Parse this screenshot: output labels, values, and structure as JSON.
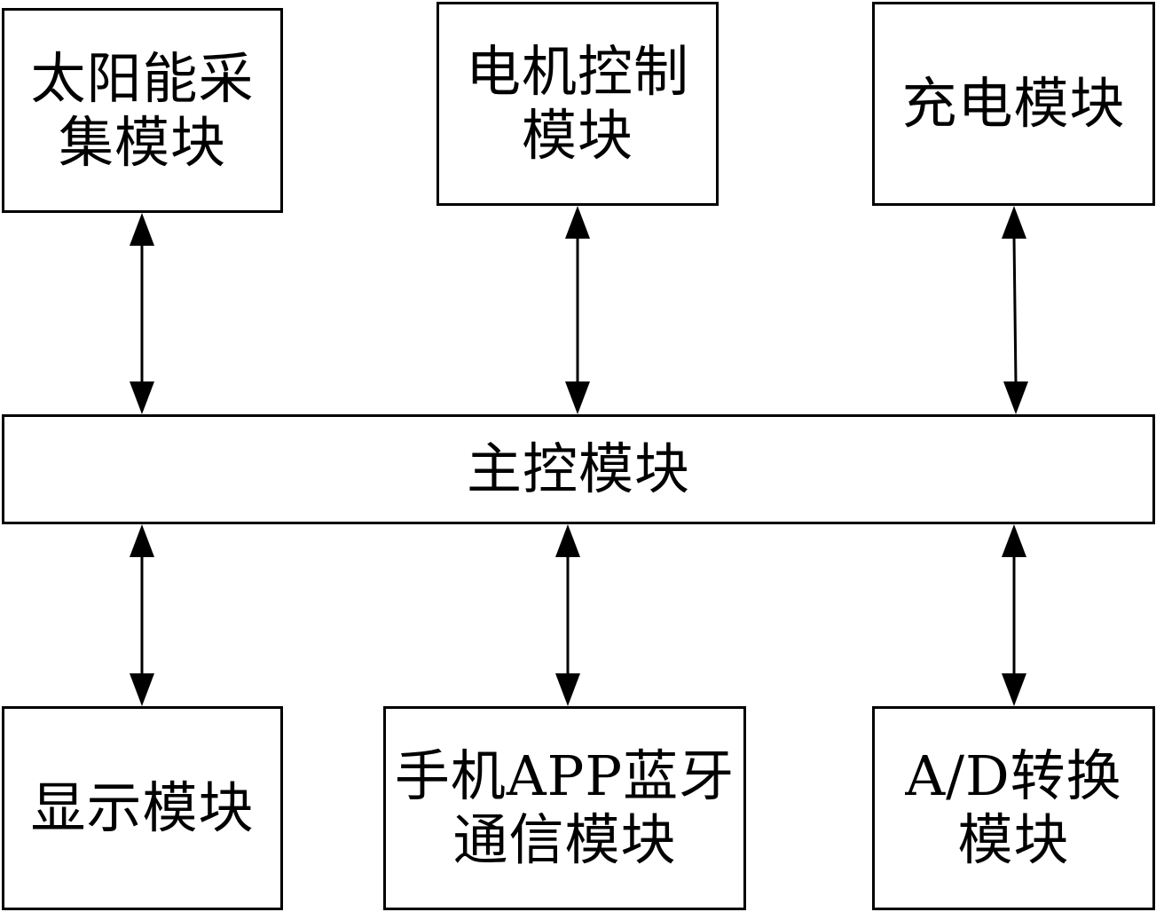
{
  "modules": {
    "solar": "太阳能采\n集模块",
    "motor": "电机控制\n模块",
    "charge": "充电模块",
    "main": "主控模块",
    "display": "显示模块",
    "bluetooth": "手机APP蓝牙\n通信模块",
    "adc": "A/D转换\n模块"
  }
}
